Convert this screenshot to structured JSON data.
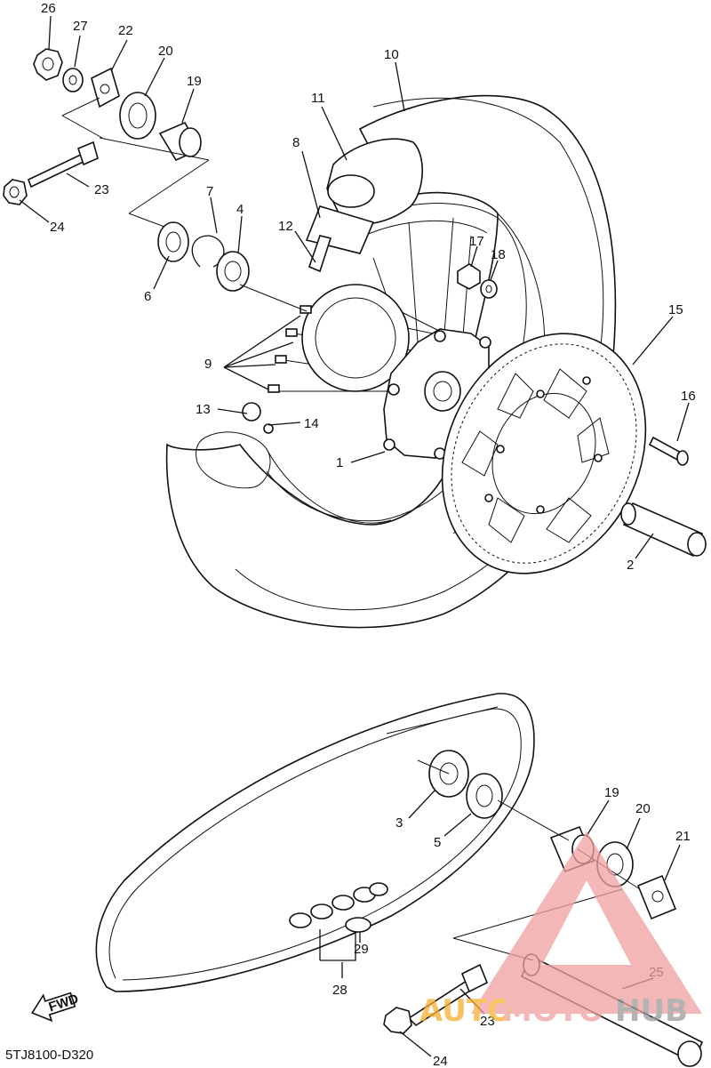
{
  "diagram": {
    "code": "5TJ8100-D320",
    "fwd_label": "FWD",
    "callouts": [
      "26",
      "27",
      "22",
      "20",
      "19",
      "23",
      "24",
      "10",
      "11",
      "8",
      "12",
      "7",
      "4",
      "6",
      "9",
      "13",
      "14",
      "1",
      "17",
      "18",
      "15",
      "16",
      "2",
      "3",
      "5",
      "19",
      "20",
      "21",
      "29",
      "28",
      "25",
      "23",
      "24"
    ]
  },
  "watermark": {
    "brand_a": "AUTO",
    "brand_b": "MOTO",
    "brand_c": "HUB",
    "color_primary": "#f0a0a0",
    "color_accent": "#f5b030",
    "color_dark": "#9a9a9a"
  }
}
